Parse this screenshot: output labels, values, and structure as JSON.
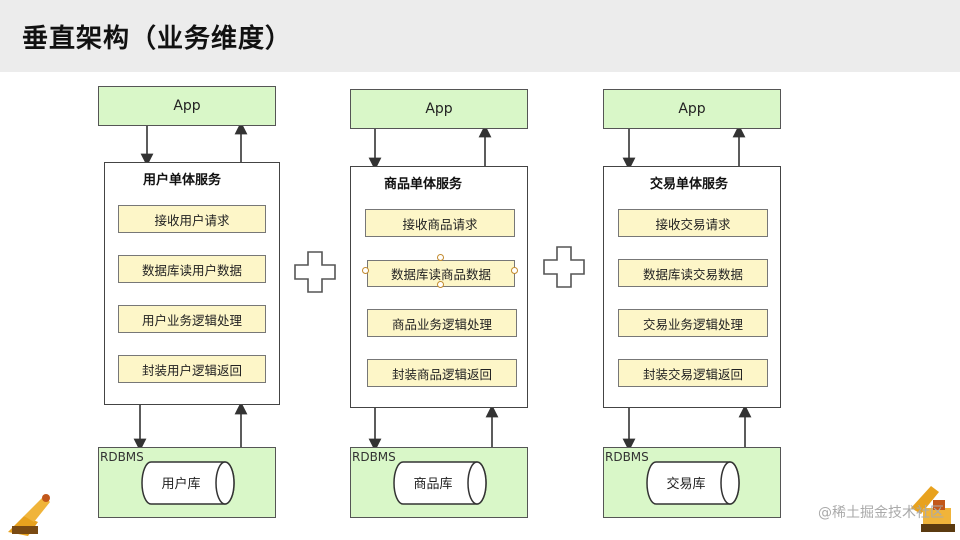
{
  "page": {
    "title": "垂直架构（业务维度）"
  },
  "columns": [
    {
      "app": "App",
      "service_title": "用户单体服务",
      "steps": [
        "接收用户请求",
        "数据库读用户数据",
        "用户业务逻辑处理",
        "封装用户逻辑返回"
      ],
      "rdbms": "RDBMS",
      "db": "用户库"
    },
    {
      "app": "App",
      "service_title": "商品单体服务",
      "steps": [
        "接收商品请求",
        "数据库读商品数据",
        "商品业务逻辑处理",
        "封装商品逻辑返回"
      ],
      "rdbms": "RDBMS",
      "db": "商品库"
    },
    {
      "app": "App",
      "service_title": "交易单体服务",
      "steps": [
        "接收交易请求",
        "数据库读交易数据",
        "交易业务逻辑处理",
        "封装交易逻辑返回"
      ],
      "rdbms": "RDBMS",
      "db": "交易库"
    }
  ],
  "watermark": "@稀土掘金技术社区"
}
